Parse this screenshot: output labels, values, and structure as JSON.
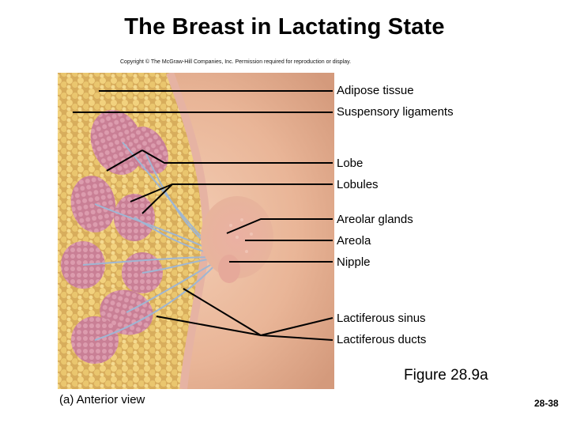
{
  "title": "The Breast in Lactating State",
  "copyright": "Copyright © The McGraw-Hill Companies, Inc. Permission required for reproduction or display.",
  "labels": [
    "Adipose tissue",
    "Suspensory ligaments",
    "Lobe",
    "Lobules",
    "Areolar glands",
    "Areola",
    "Nipple",
    "Lactiferous sinus",
    "Lactiferous ducts"
  ],
  "caption": "Figure 28.9a",
  "view": "(a) Anterior view",
  "page_number": "28-38"
}
